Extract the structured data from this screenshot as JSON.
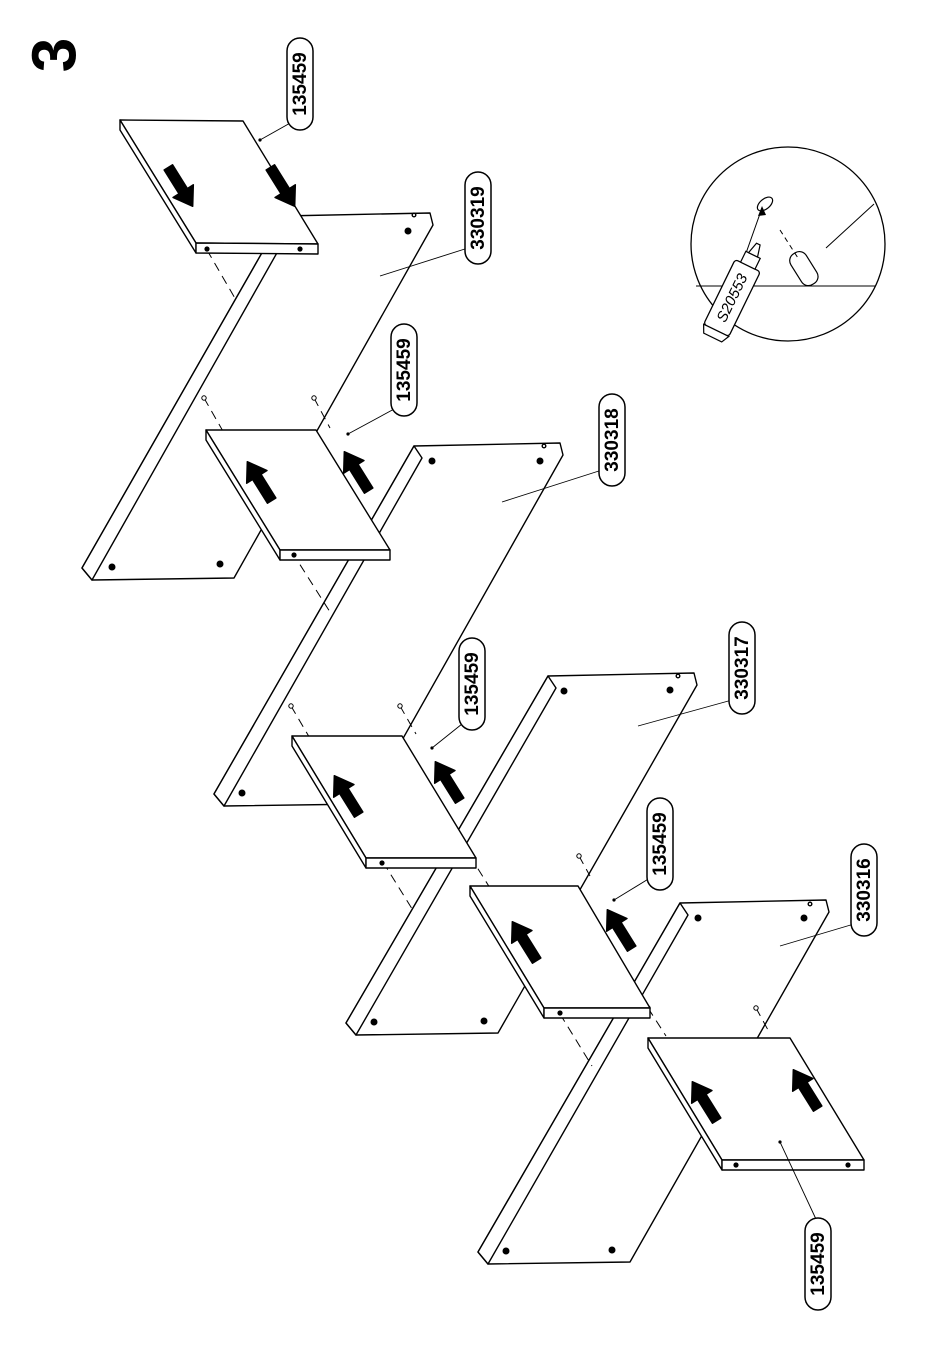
{
  "step": {
    "number": "3"
  },
  "parts": {
    "p330316": "330316",
    "p330317": "330317",
    "p330318": "330318",
    "p330319": "330319",
    "shelf_a": "135459",
    "shelf_b": "135459",
    "shelf_c": "135459",
    "shelf_d": "135459",
    "shelf_e": "135459"
  },
  "detail": {
    "glue_code": "S20553"
  },
  "colors": {
    "line": "#000000",
    "paper": "#ffffff"
  }
}
